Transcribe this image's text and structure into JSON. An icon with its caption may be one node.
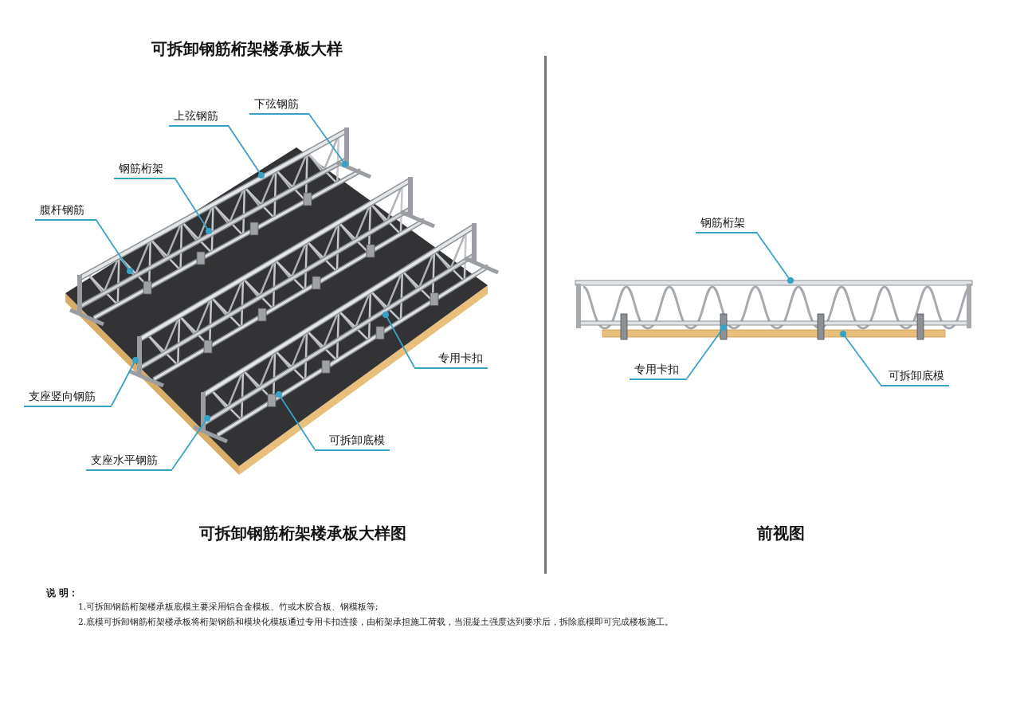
{
  "diagram": {
    "title": "可拆卸钢筋桁架楼承板大样",
    "nodes": [
      {
        "text": [
          "下弦钢筋"
        ]
      },
      {
        "text": [
          "上弦钢筋"
        ]
      },
      {
        "text": [
          "钢筋桁架"
        ]
      },
      {
        "text": [
          "腹杆钢筋"
        ]
      },
      {
        "text": [
          "专用卡扣"
        ]
      },
      {
        "text": [
          "支座竖向钢筋"
        ]
      },
      {
        "text": [
          "可拆卸底模"
        ]
      },
      {
        "text": [
          "支座水平钢筋"
        ]
      },
      {
        "text": [
          "钢筋桁架"
        ]
      },
      {
        "text": [
          "专用卡扣"
        ]
      },
      {
        "text": [
          "可拆卸底模"
        ]
      },
      {
        "text": [],
        "shape": "bar"
      }
    ],
    "edges": [
      {
        "from": 0,
        "to": null,
        "arrow": "other"
      },
      {
        "from": 1,
        "to": null,
        "arrow": "other"
      },
      {
        "from": 2,
        "to": null,
        "arrow": "other"
      },
      {
        "from": 3,
        "to": null,
        "arrow": "other"
      },
      {
        "from": 4,
        "to": null,
        "arrow": "other"
      },
      {
        "from": 5,
        "to": null,
        "arrow": "other"
      },
      {
        "from": 6,
        "to": null,
        "arrow": "other"
      },
      {
        "from": 7,
        "to": null,
        "arrow": "other"
      },
      {
        "from": 8,
        "to": 11,
        "arrow": "other"
      },
      {
        "from": 9,
        "to": null,
        "arrow": "other"
      },
      {
        "from": 10,
        "to": null,
        "arrow": "other"
      }
    ],
    "labels": [
      "可拆卸钢筋桁架楼承板大样图",
      "前视图",
      "说 明：",
      "1.可拆卸钢筋桁架楼承板底模主要采用铝合金模板、竹或木胶合板、钢模板等;",
      "2.底模可拆卸钢筋桁架楼承板将桁架钢筋和模块化模板通过专用卡扣连接，由桁架承担施工荷载，当混凝土强度达到要求后，拆除底模即可完成楼板施工。"
    ]
  }
}
